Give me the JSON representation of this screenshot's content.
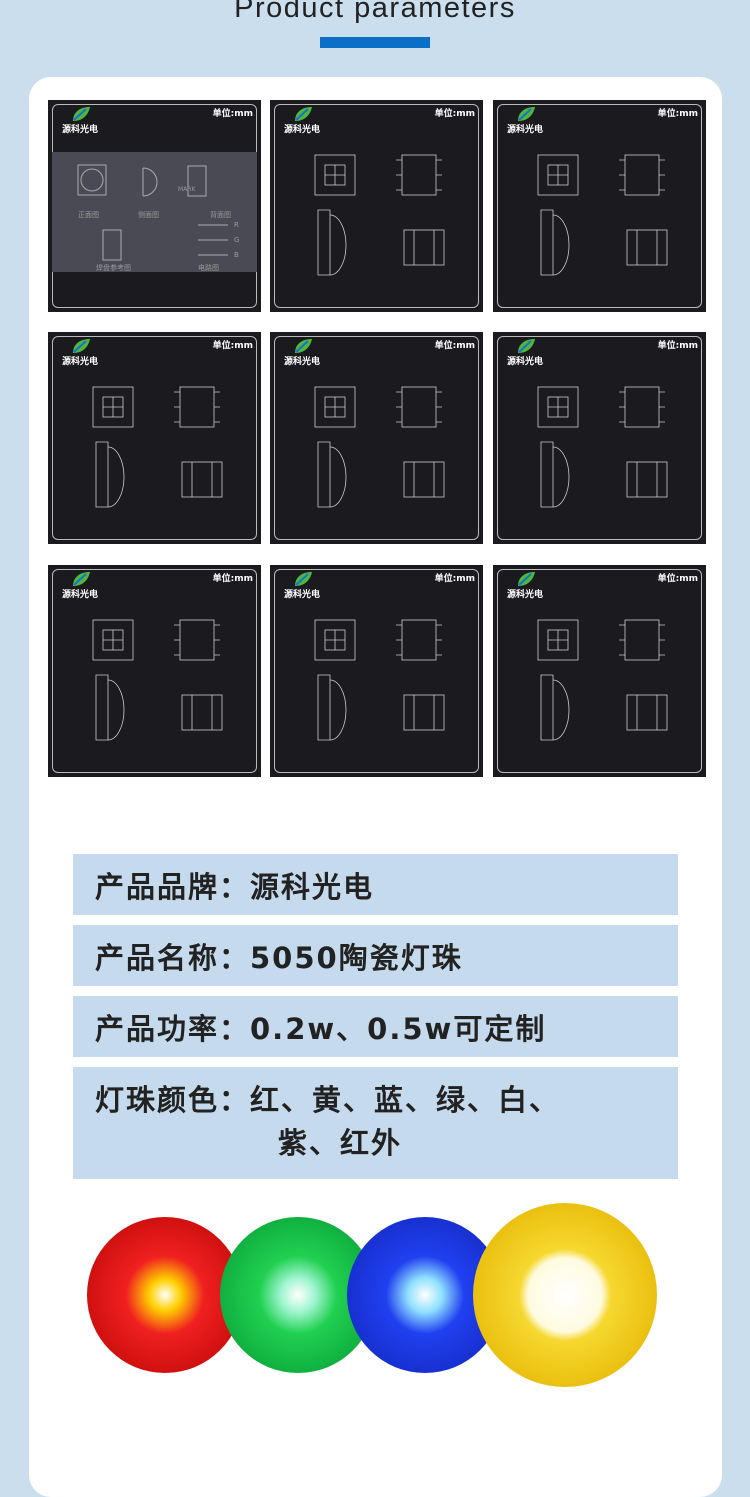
{
  "header": {
    "title": "Product parameters"
  },
  "drawings": {
    "brand": "源科光电",
    "unit": "单位:mm",
    "first_labels": [
      "正面图",
      "侧面图",
      "背面图",
      "焊盘参考图",
      "电路图",
      "MARK",
      "R",
      "G",
      "B"
    ]
  },
  "params": [
    {
      "text": "产品品牌：源科光电"
    },
    {
      "text": "产品名称：5050陶瓷灯珠"
    },
    {
      "text": "产品功率：0.2w、0.5w可定制"
    },
    {
      "line1": "灯珠颜色：红、黄、蓝、绿、白、",
      "line2": "紫、红外"
    }
  ],
  "led_colors": [
    "#e81818",
    "#1ec84a",
    "#1838e0",
    "#f2cc10"
  ]
}
